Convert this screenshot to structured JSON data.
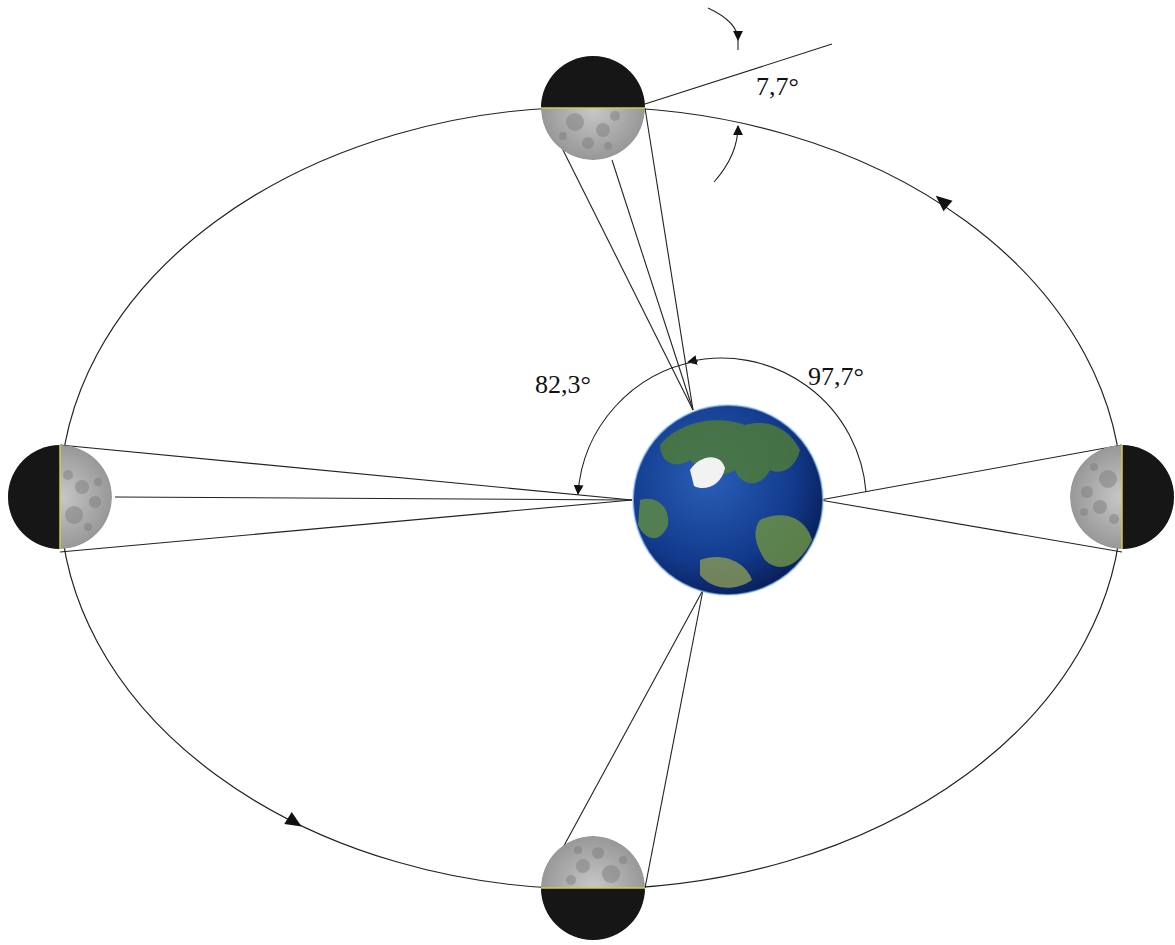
{
  "diagram": {
    "labels": [
      "7,7°",
      "82,3°",
      "97,7°"
    ]
  }
}
